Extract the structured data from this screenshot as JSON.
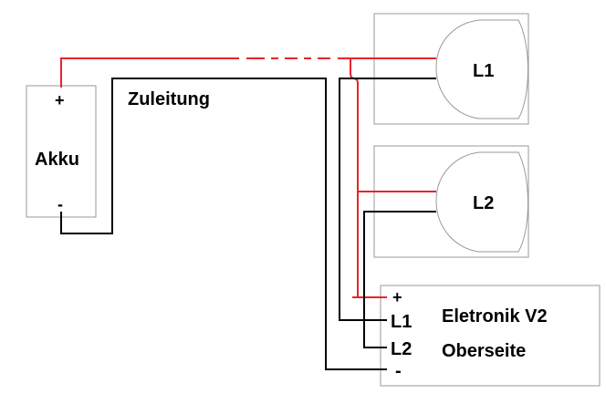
{
  "battery": {
    "label": "Akku",
    "plus": "+",
    "minus": "-"
  },
  "supply_line_label": "Zuleitung",
  "lamps": [
    {
      "label": "L1"
    },
    {
      "label": "L2"
    }
  ],
  "controller": {
    "terminals": [
      "+",
      "L1",
      "L2",
      "-"
    ],
    "name": "Eletronik V2",
    "side": "Oberseite"
  },
  "colors": {
    "positive_wire": "#e8232a",
    "negative_wire": "#000000",
    "outline": "#9a9a9a",
    "background": "#ffffff"
  }
}
